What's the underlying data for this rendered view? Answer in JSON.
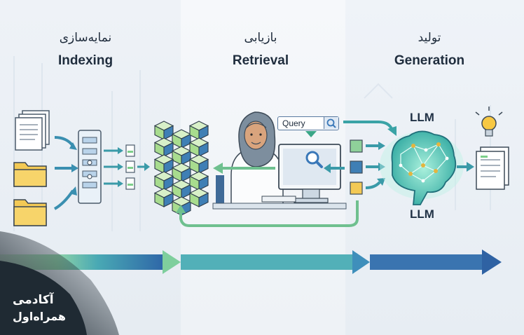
{
  "sections": {
    "indexing": {
      "title_fa": "نمایه‌سازی",
      "title_en": "Indexing"
    },
    "retrieval": {
      "title_fa": "بازیابی",
      "title_en": "Retrieval"
    },
    "generation": {
      "title_fa": "تولید",
      "title_en": "Generation"
    }
  },
  "query": {
    "label": "Query"
  },
  "llm_labels": [
    "LLM",
    "LLM"
  ],
  "brand": {
    "line1": "آکادمی",
    "line2": "همراه‌اول"
  },
  "colors": {
    "green": "#79c98f",
    "teal": "#2fa3a3",
    "blue": "#3a78b8",
    "folder": "#f3c955",
    "cube_green": "#a8dc8e",
    "cube_blue": "#3f7fb5",
    "brain": "#48c2b0"
  },
  "icons": [
    "document-stack-icon",
    "folder-icon",
    "pipeline-icon",
    "cube-grid-icon",
    "user-icon",
    "computer-icon",
    "search-icon",
    "brain-icon",
    "lightbulb-icon",
    "output-document-icon"
  ]
}
